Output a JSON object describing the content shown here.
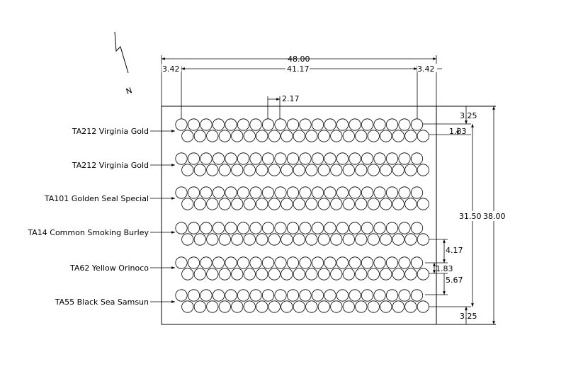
{
  "north_arrow": {
    "label": "N"
  },
  "dimensions": {
    "overall_width": "48.00",
    "left_margin": "3.42",
    "planted_width": "41.17",
    "right_margin": "3.42",
    "plant_spacing": "2.17",
    "top_margin": "3.25",
    "row_offset": "1.83",
    "planted_height": "31.50",
    "overall_height": "38.00",
    "row_spacing": "4.17",
    "pair_offset": "1.83",
    "gap": "5.67",
    "bottom_margin": "3.25"
  },
  "rows": [
    {
      "variety": "TA212  Virginia Gold"
    },
    {
      "variety": "TA212  Virginia Gold"
    },
    {
      "variety": "TA101  Golden Seal Special"
    },
    {
      "variety": "TA14  Common Smoking Burley"
    },
    {
      "variety": "TA62  Yellow Orinoco"
    },
    {
      "variety": "TA55  Black Sea Samsun"
    }
  ]
}
